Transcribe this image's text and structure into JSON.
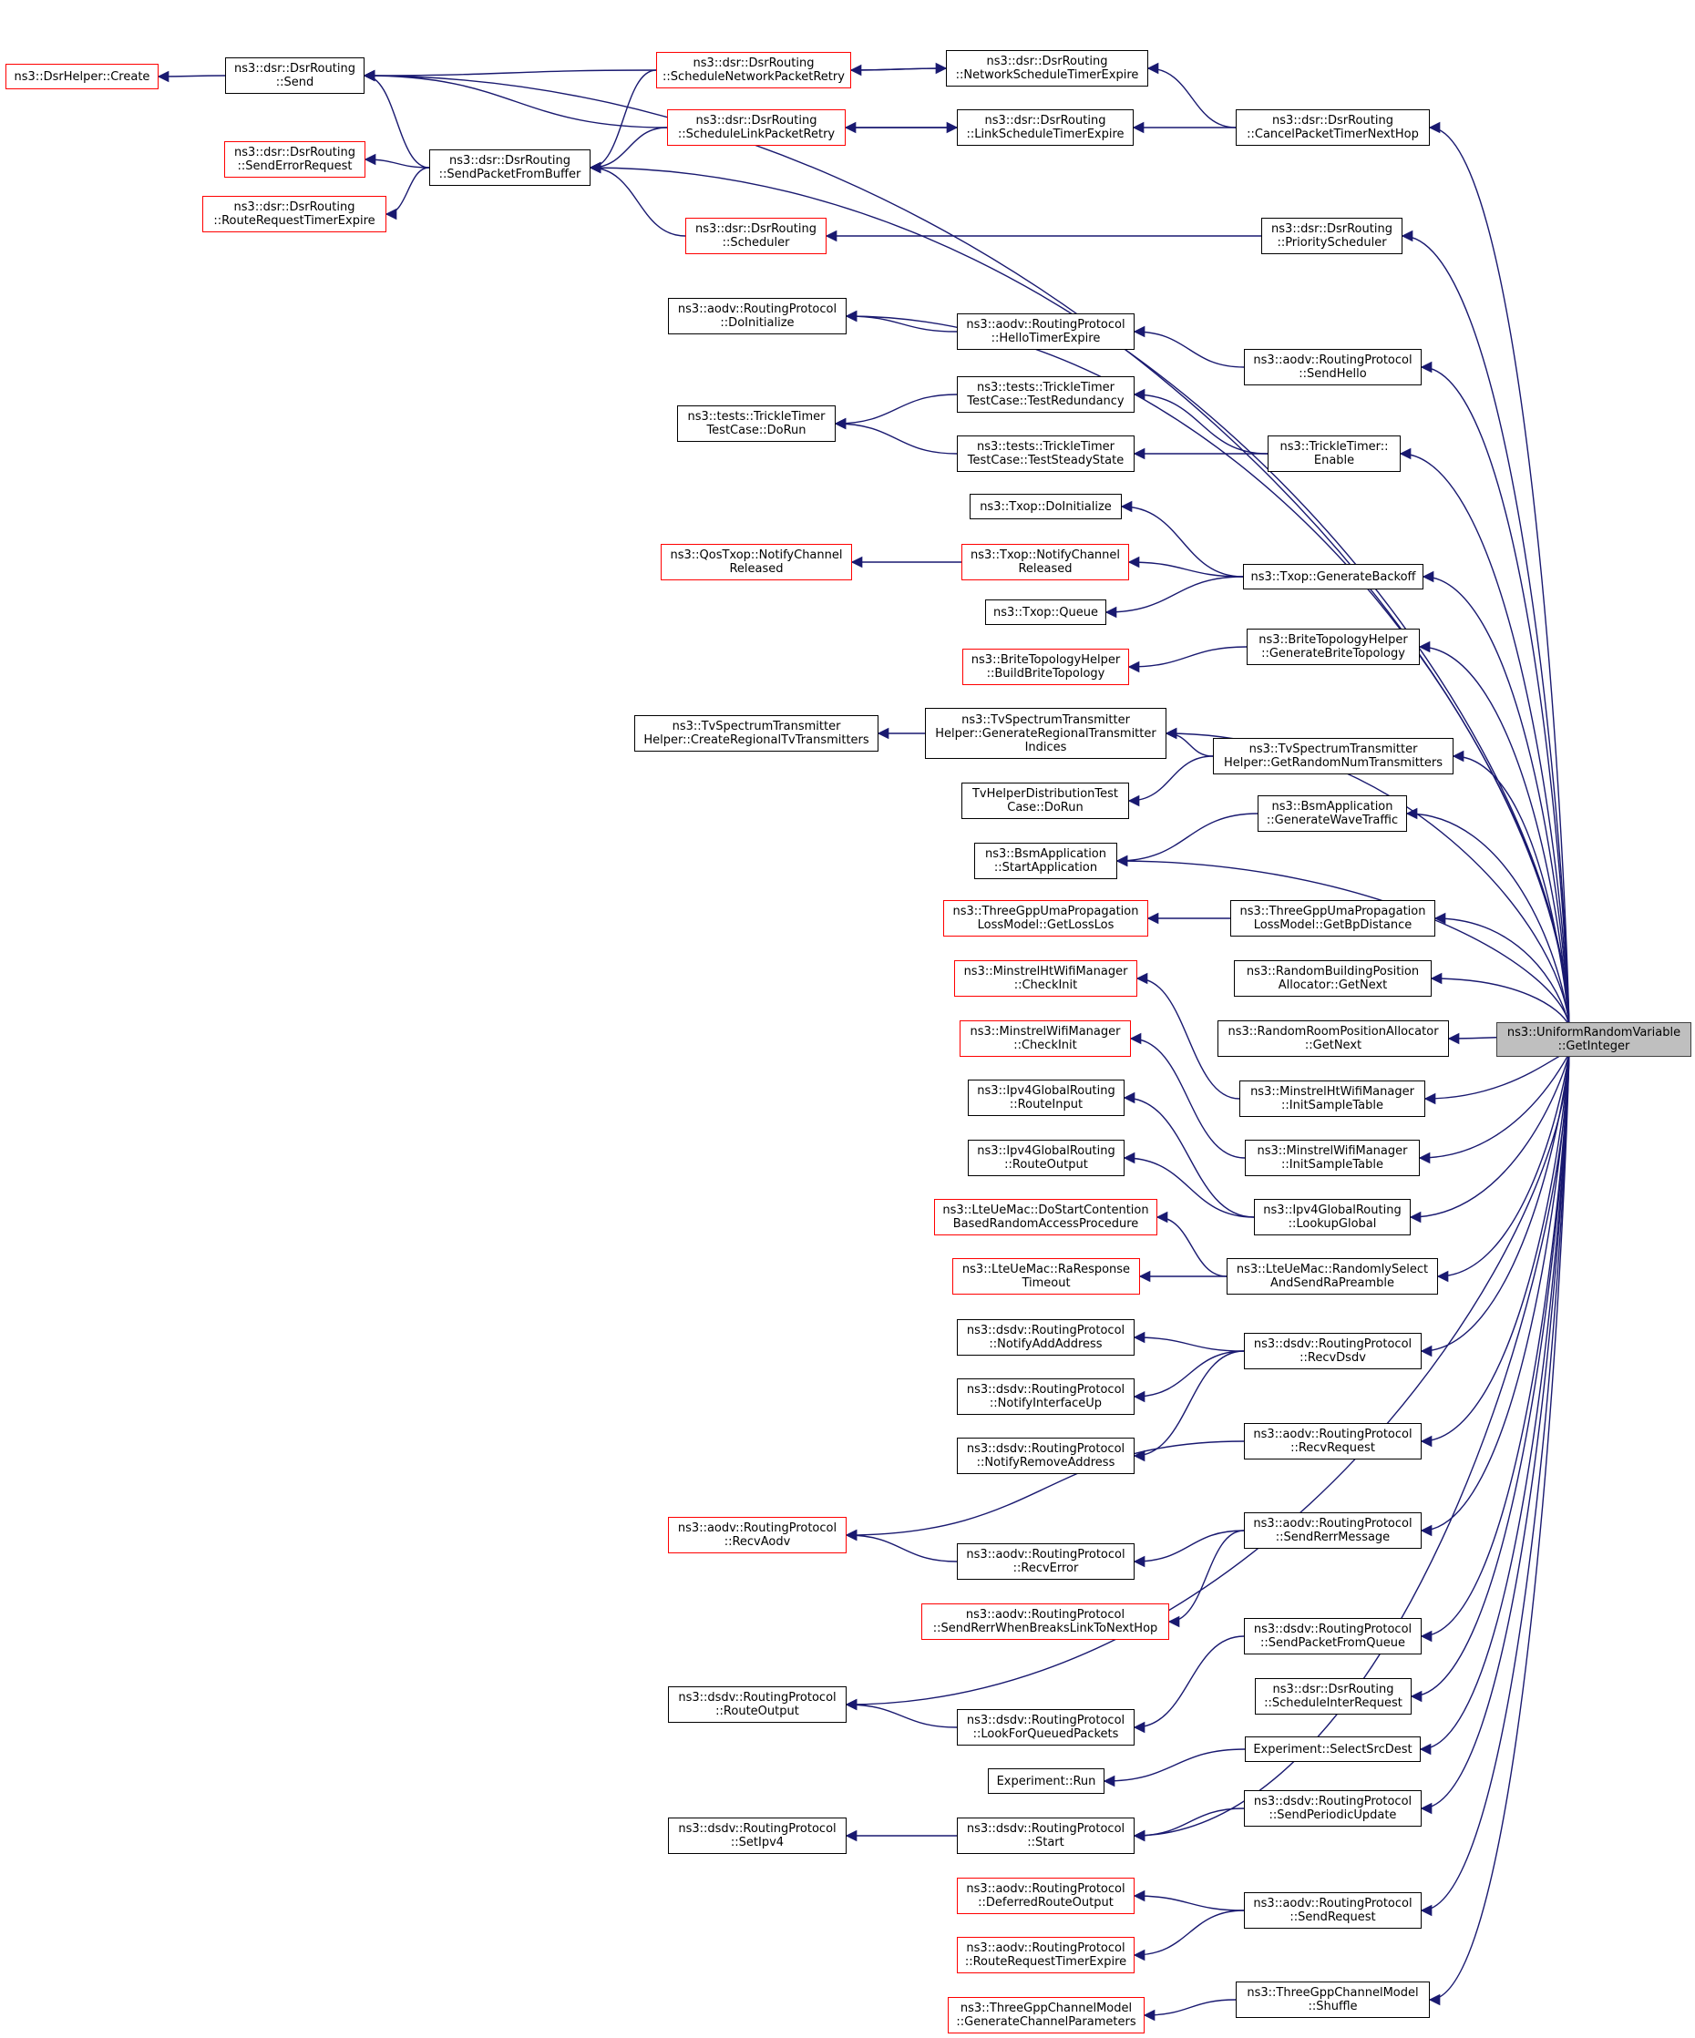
{
  "colors": {
    "edge": "#191970",
    "normal_border": "#000000",
    "truncated_border": "#ff0000",
    "root_fill": "#bfbfbf"
  },
  "nodes": {
    "root": [
      "ns3::UniformRandomVariable",
      "::GetInteger"
    ],
    "dsrhelper_create": [
      "ns3::DsrHelper::Create"
    ],
    "dsr_send": [
      "ns3::dsr::DsrRouting",
      "::Send"
    ],
    "dsr_sched_net": [
      "ns3::dsr::DsrRouting",
      "::ScheduleNetworkPacketRetry"
    ],
    "dsr_net_timer": [
      "ns3::dsr::DsrRouting",
      "::NetworkScheduleTimerExpire"
    ],
    "dsr_cancel": [
      "ns3::dsr::DsrRouting",
      "::CancelPacketTimerNextHop"
    ],
    "dsr_sched_link": [
      "ns3::dsr::DsrRouting",
      "::ScheduleLinkPacketRetry"
    ],
    "dsr_link_timer": [
      "ns3::dsr::DsrRouting",
      "::LinkScheduleTimerExpire"
    ],
    "dsr_senderr": [
      "ns3::dsr::DsrRouting",
      "::SendErrorRequest"
    ],
    "dsr_spfb": [
      "ns3::dsr::DsrRouting",
      "::SendPacketFromBuffer"
    ],
    "dsr_rrte": [
      "ns3::dsr::DsrRouting",
      "::RouteRequestTimerExpire"
    ],
    "dsr_scheduler": [
      "ns3::dsr::DsrRouting",
      "::Scheduler"
    ],
    "dsr_prio": [
      "ns3::dsr::DsrRouting",
      "::PriorityScheduler"
    ],
    "aodv_doinit": [
      "ns3::aodv::RoutingProtocol",
      "::DoInitialize"
    ],
    "aodv_hello_timer": [
      "ns3::aodv::RoutingProtocol",
      "::HelloTimerExpire"
    ],
    "aodv_sendhello": [
      "ns3::aodv::RoutingProtocol",
      "::SendHello"
    ],
    "trickle_doRun": [
      "ns3::tests::TrickleTimer",
      "TestCase::DoRun"
    ],
    "trickle_redund": [
      "ns3::tests::TrickleTimer",
      "TestCase::TestRedundancy"
    ],
    "trickle_steady": [
      "ns3::tests::TrickleTimer",
      "TestCase::TestSteadyState"
    ],
    "trickle_enable": [
      "ns3::TrickleTimer::",
      "Enable"
    ],
    "txop_doinit": [
      "ns3::Txop::DoInitialize"
    ],
    "qostxop_ncr": [
      "ns3::QosTxop::NotifyChannel",
      "Released"
    ],
    "txop_ncr": [
      "ns3::Txop::NotifyChannel",
      "Released"
    ],
    "txop_genback": [
      "ns3::Txop::GenerateBackoff"
    ],
    "txop_queue": [
      "ns3::Txop::Queue"
    ],
    "brite_build": [
      "ns3::BriteTopologyHelper",
      "::BuildBriteTopology"
    ],
    "brite_gen": [
      "ns3::BriteTopologyHelper",
      "::GenerateBriteTopology"
    ],
    "tvs_create": [
      "ns3::TvSpectrumTransmitter",
      "Helper::CreateRegionalTvTransmitters"
    ],
    "tvs_genidx": [
      "ns3::TvSpectrumTransmitter",
      "Helper::GenerateRegionalTransmitter",
      "Indices"
    ],
    "tvs_getrand": [
      "ns3::TvSpectrumTransmitter",
      "Helper::GetRandomNumTransmitters"
    ],
    "tvhelper_dorun": [
      "TvHelperDistributionTest",
      "Case::DoRun"
    ],
    "bsm_genwave": [
      "ns3::BsmApplication",
      "::GenerateWaveTraffic"
    ],
    "bsm_start": [
      "ns3::BsmApplication",
      "::StartApplication"
    ],
    "uma_getloss": [
      "ns3::ThreeGppUmaPropagation",
      "LossModel::GetLossLos"
    ],
    "uma_getbp": [
      "ns3::ThreeGppUmaPropagation",
      "LossModel::GetBpDistance"
    ],
    "rbpa_next": [
      "ns3::RandomBuildingPosition",
      "Allocator::GetNext"
    ],
    "rrpa_next": [
      "ns3::RandomRoomPositionAllocator",
      "::GetNext"
    ],
    "minht_check": [
      "ns3::MinstrelHtWifiManager",
      "::CheckInit"
    ],
    "minht_init": [
      "ns3::MinstrelHtWifiManager",
      "::InitSampleTable"
    ],
    "min_check": [
      "ns3::MinstrelWifiManager",
      "::CheckInit"
    ],
    "min_init": [
      "ns3::MinstrelWifiManager",
      "::InitSampleTable"
    ],
    "ipv4_rin": [
      "ns3::Ipv4GlobalRouting",
      "::RouteInput"
    ],
    "ipv4_rout": [
      "ns3::Ipv4GlobalRouting",
      "::RouteOutput"
    ],
    "ipv4_lookup": [
      "ns3::Ipv4GlobalRouting",
      "::LookupGlobal"
    ],
    "lte_dostart": [
      "ns3::LteUeMac::DoStartContention",
      "BasedRandomAccessProcedure"
    ],
    "lte_rasel": [
      "ns3::LteUeMac::RandomlySelect",
      "AndSendRaPreamble"
    ],
    "lte_rarto": [
      "ns3::LteUeMac::RaResponse",
      "Timeout"
    ],
    "dsdv_nadd": [
      "ns3::dsdv::RoutingProtocol",
      "::NotifyAddAddress"
    ],
    "dsdv_recv": [
      "ns3::dsdv::RoutingProtocol",
      "::RecvDsdv"
    ],
    "dsdv_nifup": [
      "ns3::dsdv::RoutingProtocol",
      "::NotifyInterfaceUp"
    ],
    "dsdv_nrem": [
      "ns3::dsdv::RoutingProtocol",
      "::NotifyRemoveAddress"
    ],
    "aodv_recvreq": [
      "ns3::aodv::RoutingProtocol",
      "::RecvRequest"
    ],
    "aodv_recvaodv": [
      "ns3::aodv::RoutingProtocol",
      "::RecvAodv"
    ],
    "aodv_recverr": [
      "ns3::aodv::RoutingProtocol",
      "::RecvError"
    ],
    "aodv_rerrmsg": [
      "ns3::aodv::RoutingProtocol",
      "::SendRerrMessage"
    ],
    "aodv_rerrbreak": [
      "ns3::aodv::RoutingProtocol",
      "::SendRerrWhenBreaksLinkToNextHop"
    ],
    "dsdv_spfq": [
      "ns3::dsdv::RoutingProtocol",
      "::SendPacketFromQueue"
    ],
    "dsdv_rout": [
      "ns3::dsdv::RoutingProtocol",
      "::RouteOutput"
    ],
    "dsr_schedinter": [
      "ns3::dsr::DsrRouting",
      "::ScheduleInterRequest"
    ],
    "dsdv_lfq": [
      "ns3::dsdv::RoutingProtocol",
      "::LookForQueuedPackets"
    ],
    "exp_select": [
      "Experiment::SelectSrcDest"
    ],
    "exp_run": [
      "Experiment::Run"
    ],
    "dsdv_periodic": [
      "ns3::dsdv::RoutingProtocol",
      "::SendPeriodicUpdate"
    ],
    "dsdv_setipv4": [
      "ns3::dsdv::RoutingProtocol",
      "::SetIpv4"
    ],
    "dsdv_start": [
      "ns3::dsdv::RoutingProtocol",
      "::Start"
    ],
    "aodv_defroute": [
      "ns3::aodv::RoutingProtocol",
      "::DeferredRouteOutput"
    ],
    "aodv_sendreq": [
      "ns3::aodv::RoutingProtocol",
      "::SendRequest"
    ],
    "aodv_rrte": [
      "ns3::aodv::RoutingProtocol",
      "::RouteRequestTimerExpire"
    ],
    "tgpp_genparams": [
      "ns3::ThreeGppChannelModel",
      "::GenerateChannelParameters"
    ],
    "tgpp_shuffle": [
      "ns3::ThreeGppChannelModel",
      "::Shuffle"
    ]
  }
}
